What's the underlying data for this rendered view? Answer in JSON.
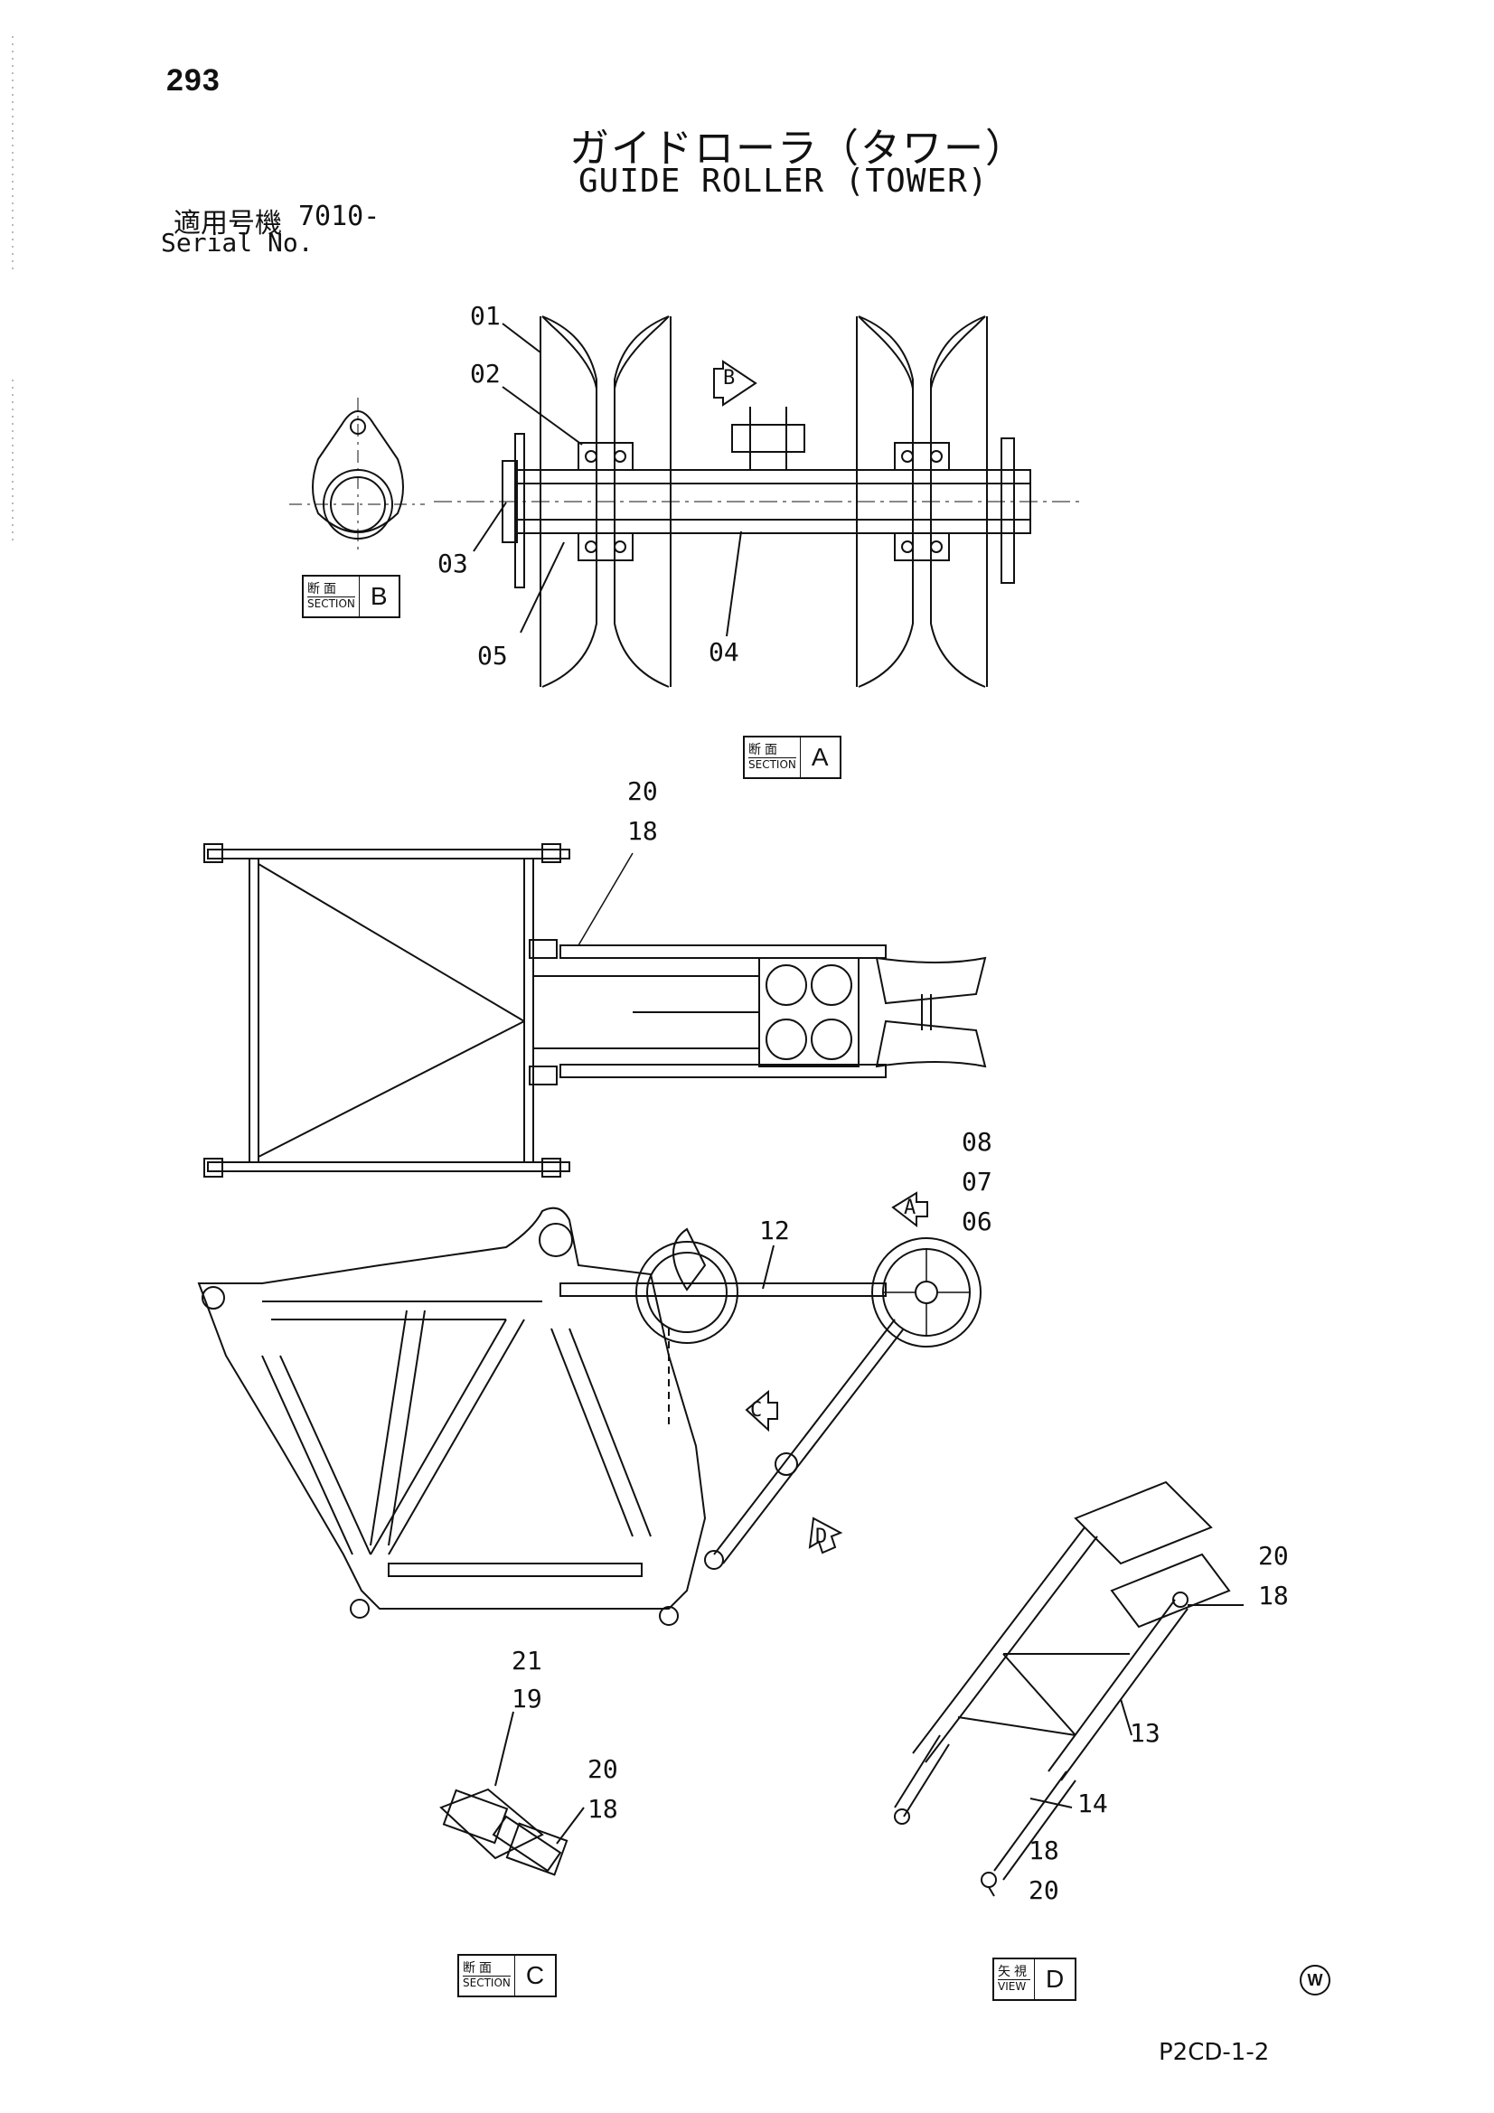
{
  "header": {
    "page_number": "293",
    "title_jp": "ガイドローラ（タワー）",
    "title_en": "GUIDE ROLLER (TOWER)",
    "serial_label_jp": "適用号機",
    "serial_value": "7010-",
    "serial_label_en": "Serial No."
  },
  "callouts": {
    "c01": "01",
    "c02": "02",
    "c03": "03",
    "c04": "04",
    "c05": "05",
    "c20_top": "20",
    "c18_top": "18",
    "c08": "08",
    "c07": "07",
    "c06": "06",
    "c12": "12",
    "c20_r": "20",
    "c18_r": "18",
    "c13": "13",
    "c14": "14",
    "c18_b": "18",
    "c20_b": "20",
    "c21": "21",
    "c19": "19",
    "c20_c": "20",
    "c18_c": "18"
  },
  "view_arrows": {
    "a": "A",
    "b": "B",
    "c": "C",
    "d": "D"
  },
  "section_labels": {
    "b": {
      "jp": "断面",
      "en": "SECTION",
      "letter": "B"
    },
    "a": {
      "jp": "断面",
      "en": "SECTION",
      "letter": "A"
    },
    "c": {
      "jp": "断面",
      "en": "SECTION",
      "letter": "C"
    },
    "d": {
      "jp": "矢視",
      "en": "VIEW",
      "letter": "D"
    }
  },
  "footer": {
    "doc_code": "P2CD-1-2",
    "mark": "W"
  }
}
